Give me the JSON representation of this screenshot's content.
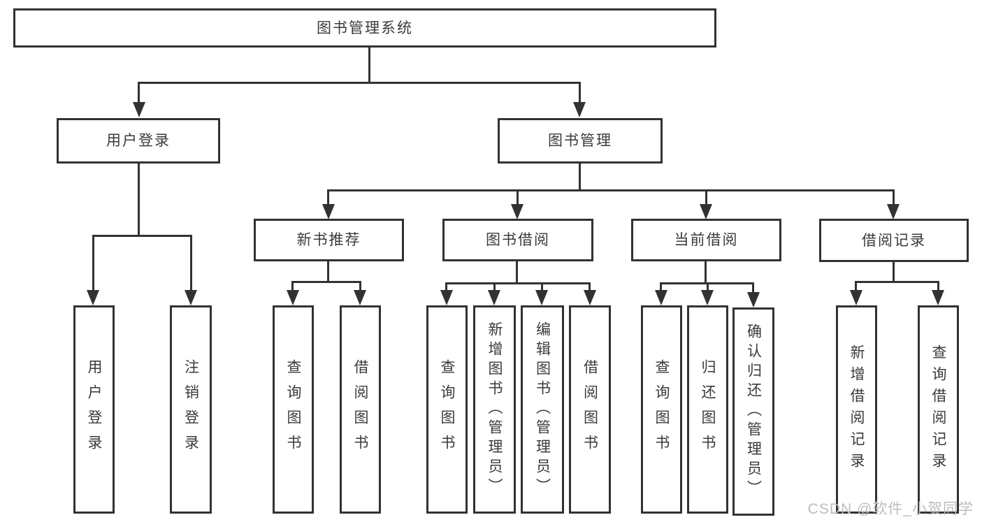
{
  "watermark": {
    "text": "CSDN @软件_小贺同学",
    "color": "#bdbdbd"
  },
  "colors": {
    "line": "#323232",
    "box_border": "#323232",
    "text": "#3a3a3a",
    "background": "#ffffff",
    "watermark": "#bdbdbd"
  },
  "diagram": {
    "type": "hierarchy-tree",
    "root": {
      "label": "图书管理系统",
      "children": [
        {
          "label": "用户登录",
          "children": [
            {
              "label": "用户登录"
            },
            {
              "label": "注销登录"
            }
          ]
        },
        {
          "label": "图书管理",
          "children": [
            {
              "label": "新书推荐",
              "children": [
                {
                  "label": "查询图书"
                },
                {
                  "label": "借阅图书"
                }
              ]
            },
            {
              "label": "图书借阅",
              "children": [
                {
                  "label": "查询图书"
                },
                {
                  "label": "新增图书（管理员）"
                },
                {
                  "label": "编辑图书（管理员）"
                },
                {
                  "label": "借阅图书"
                }
              ]
            },
            {
              "label": "当前借阅",
              "children": [
                {
                  "label": "查询图书"
                },
                {
                  "label": "归还图书"
                },
                {
                  "label": "确认归还（管理员）"
                }
              ]
            },
            {
              "label": "借阅记录",
              "children": [
                {
                  "label": "新增借阅记录"
                },
                {
                  "label": "查询借阅记录"
                }
              ]
            }
          ]
        }
      ]
    }
  }
}
